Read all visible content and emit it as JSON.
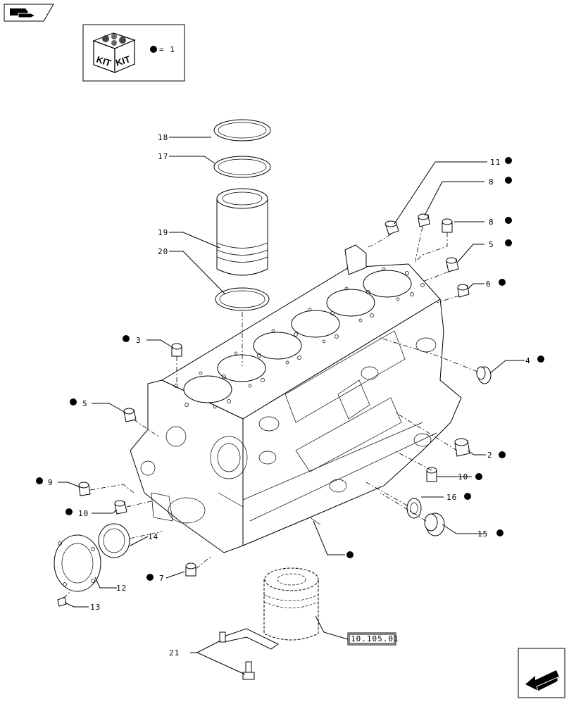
{
  "kit_legend": {
    "icon_text_left": "KIT",
    "icon_text_right": "KIT",
    "equals_text": "= 1"
  },
  "callouts": [
    {
      "id": "c18",
      "label": "18",
      "kit": false
    },
    {
      "id": "c17",
      "label": "17",
      "kit": false
    },
    {
      "id": "c19",
      "label": "19",
      "kit": false
    },
    {
      "id": "c20",
      "label": "20",
      "kit": false
    },
    {
      "id": "c11",
      "label": "11",
      "kit": true
    },
    {
      "id": "c8a",
      "label": "8",
      "kit": true
    },
    {
      "id": "c8b",
      "label": "8",
      "kit": true
    },
    {
      "id": "c5a",
      "label": "5",
      "kit": true
    },
    {
      "id": "c6",
      "label": "6",
      "kit": true
    },
    {
      "id": "c4",
      "label": "4",
      "kit": true
    },
    {
      "id": "c3",
      "label": "3",
      "kit": true
    },
    {
      "id": "c5b",
      "label": "5",
      "kit": true
    },
    {
      "id": "c2",
      "label": "2",
      "kit": true
    },
    {
      "id": "c10a",
      "label": "10",
      "kit": true
    },
    {
      "id": "c9",
      "label": "9",
      "kit": true
    },
    {
      "id": "c10b",
      "label": "10",
      "kit": true
    },
    {
      "id": "c16",
      "label": "16",
      "kit": true
    },
    {
      "id": "c15",
      "label": "15",
      "kit": true
    },
    {
      "id": "c14",
      "label": "14",
      "kit": false
    },
    {
      "id": "c7",
      "label": "7",
      "kit": true
    },
    {
      "id": "c12",
      "label": "12",
      "kit": false
    },
    {
      "id": "c13",
      "label": "13",
      "kit": false
    },
    {
      "id": "c21",
      "label": "21",
      "kit": false
    }
  ],
  "reference_box": "10.105.01"
}
